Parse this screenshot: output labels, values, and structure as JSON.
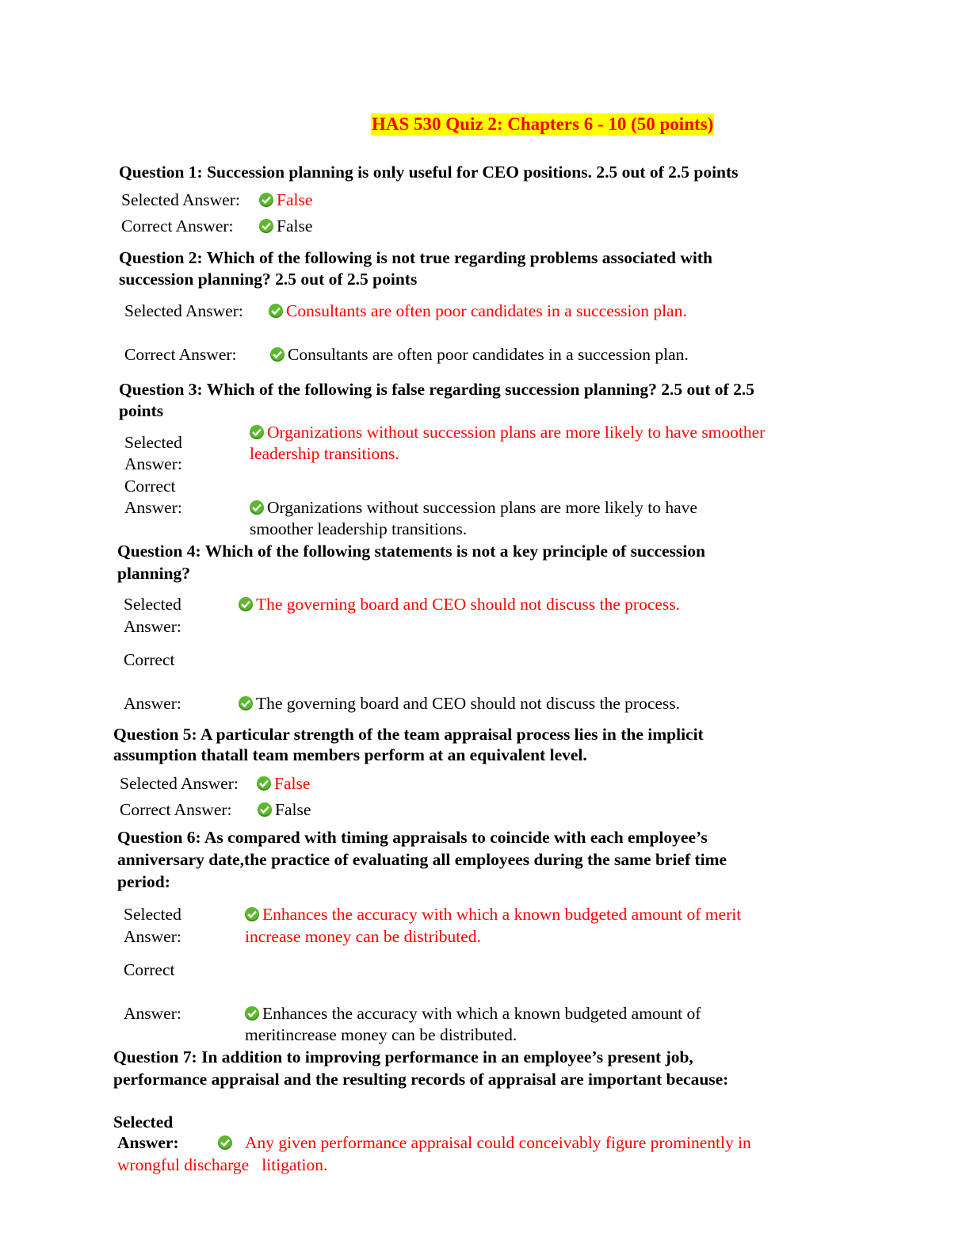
{
  "title": "HAS 530 Quiz 2: Chapters 6 - 10 (50 points)",
  "labels": {
    "selected_answer": "Selected Answer:",
    "correct_answer": "Correct Answer:",
    "selected": "Selected",
    "correct": "Correct",
    "answer": "Answer:"
  },
  "questions": [
    {
      "text": [
        "Question 1: Succession planning is only useful for CEO positions. 2.5 out of 2.5 points"
      ],
      "selected": [
        "False"
      ],
      "correct": [
        "False"
      ]
    },
    {
      "text": [
        "Question 2: Which of the following is not true regarding problems associated with",
        "succession planning?  2.5 out of 2.5 points"
      ],
      "selected": [
        "Consultants are often poor candidates in a succession plan."
      ],
      "correct": [
        "Consultants are often poor candidates in a succession plan."
      ]
    },
    {
      "text": [
        "Question 3: Which of the following is false regarding succession planning?  2.5 out of 2.5",
        "points"
      ],
      "selected": [
        "Organizations without succession plans are more likely to have smoother",
        "leadership transitions."
      ],
      "correct": [
        "Organizations without succession plans are more likely to have",
        "smoother leadership transitions."
      ]
    },
    {
      "text": [
        "Question 4: Which of the following statements is not a key principle of succession",
        "planning?"
      ],
      "selected": [
        "The governing board and CEO should not discuss the process."
      ],
      "correct": [
        "The governing board and CEO should not discuss the process."
      ]
    },
    {
      "text": [
        "Question 5: A particular strength of the team appraisal process lies in the implicit",
        "assumption thatall team members perform at an equivalent level."
      ],
      "selected": [
        "False"
      ],
      "correct": [
        "False"
      ]
    },
    {
      "text": [
        "Question 6: As compared with timing appraisals to coincide with each employee’s",
        "anniversary date,the practice of evaluating all employees during the same brief time",
        "period:"
      ],
      "selected": [
        "Enhances the accuracy with which a known budgeted amount of merit",
        "increase money can be distributed."
      ],
      "correct": [
        "Enhances the accuracy with which a known budgeted amount of",
        "meritincrease money can be distributed."
      ]
    },
    {
      "text": [
        "Question 7:   In addition to improving performance in an employee’s present job,",
        "performance appraisal and the resulting records of appraisal are important because:"
      ],
      "selected": [
        "Any given performance appraisal could conceivably figure prominently in",
        "wrongful discharge   litigation."
      ]
    }
  ],
  "colors": {
    "answer_red": "#ff0000",
    "highlight": "#ffff00",
    "check_green": "#5cb82e"
  },
  "icons": {
    "check": "check-circle-icon"
  }
}
